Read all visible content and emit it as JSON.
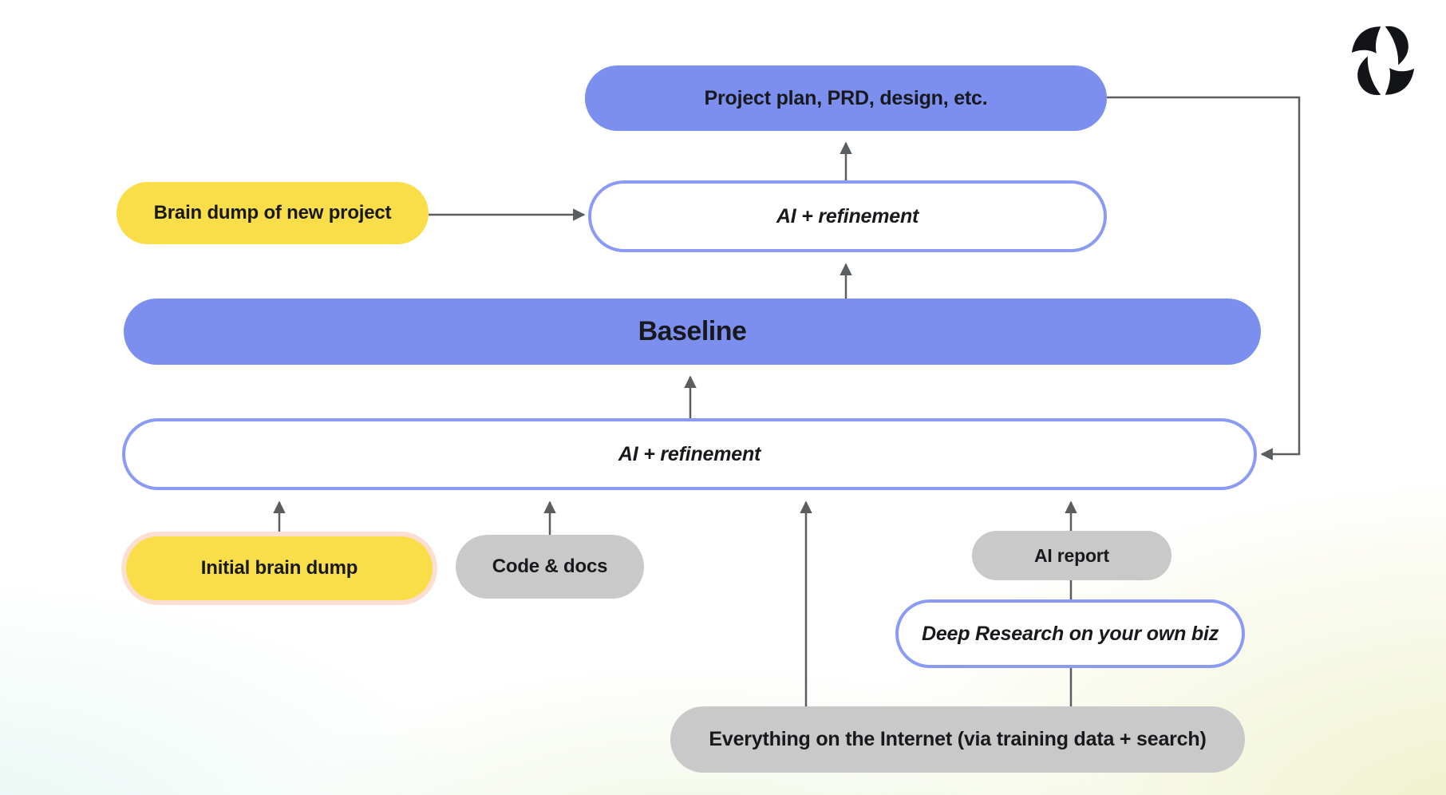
{
  "title": "Baseline refinement flow diagram",
  "colors": {
    "node_blue": "#7C8FEE",
    "outline_blue": "#8B9BF5",
    "node_yellow": "#F9DE4A",
    "peach_border": "#FBDFD3",
    "node_gray": "#C9C9C9",
    "arrow": "#5A5E61",
    "text": "#17191C",
    "logo_black": "#131418",
    "bg_tint_left": "#E8F7F3",
    "bg_tint_center": "#ECF4DF",
    "bg_tint_right": "#EDF1C9"
  },
  "logo": {
    "name": "brand-pinwheel-logo"
  },
  "nodes": {
    "project_plan": {
      "label": "Project plan, PRD, design, etc.",
      "style": "solid-blue"
    },
    "brain_dump": {
      "label": "Brain dump of new project",
      "style": "solid-yellow"
    },
    "ai_refinement_top": {
      "label": "AI + refinement",
      "style": "outline-blue italic"
    },
    "baseline": {
      "label": "Baseline",
      "style": "solid-blue"
    },
    "ai_refinement_main": {
      "label": "AI + refinement",
      "style": "outline-blue italic"
    },
    "initial_brain_dump": {
      "label": "Initial brain dump",
      "style": "solid-yellow peach-border"
    },
    "code_docs": {
      "label": "Code & docs",
      "style": "solid-gray"
    },
    "ai_report": {
      "label": "AI report",
      "style": "solid-gray"
    },
    "deep_research": {
      "label": "Deep Research on your own biz",
      "style": "outline-blue italic"
    },
    "everything_internet": {
      "label": "Everything on the Internet (via training data + search)",
      "style": "solid-gray"
    }
  },
  "edges": [
    {
      "from": "brain_dump",
      "to": "ai_refinement_top",
      "arrow": true
    },
    {
      "from": "ai_refinement_top",
      "to": "project_plan",
      "arrow": true
    },
    {
      "from": "baseline",
      "to": "ai_refinement_top",
      "arrow": true
    },
    {
      "from": "ai_refinement_main",
      "to": "baseline",
      "arrow": true
    },
    {
      "from": "initial_brain_dump",
      "to": "ai_refinement_main",
      "arrow": true
    },
    {
      "from": "code_docs",
      "to": "ai_refinement_main",
      "arrow": true
    },
    {
      "from": "everything_internet",
      "to": "ai_refinement_main",
      "arrow": true
    },
    {
      "from": "everything_internet",
      "to": "deep_research",
      "arrow": false
    },
    {
      "from": "deep_research",
      "to": "ai_report",
      "arrow": false
    },
    {
      "from": "ai_report",
      "to": "ai_refinement_main",
      "arrow": true
    },
    {
      "from": "project_plan",
      "to": "ai_refinement_main",
      "arrow": true,
      "route": "right-side-loop"
    }
  ]
}
